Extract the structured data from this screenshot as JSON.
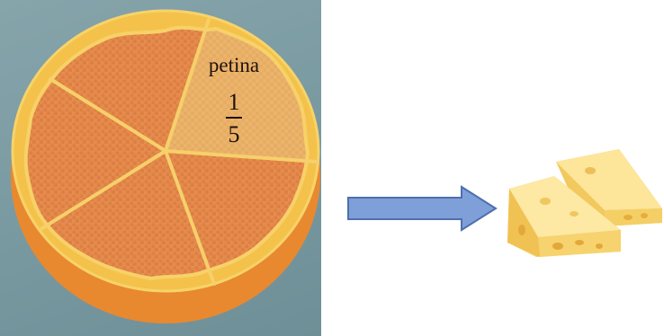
{
  "slice_label": {
    "word": "petina",
    "numerator": "1",
    "denominator": "5"
  },
  "colors": {
    "background": "#7b9ba3",
    "pie_rim": "#e8892f",
    "pie_top": "#f4c24a",
    "pie_fill": "#e58a4a",
    "highlighted_slice": "#ebb36a",
    "arrow": "#7f9fd8",
    "cheese": "#f6d87c"
  },
  "icons": {
    "pie": "cheese-wheel-illustration",
    "arrow": "right-arrow-icon",
    "cheese": "cheese-wedges-icon"
  }
}
